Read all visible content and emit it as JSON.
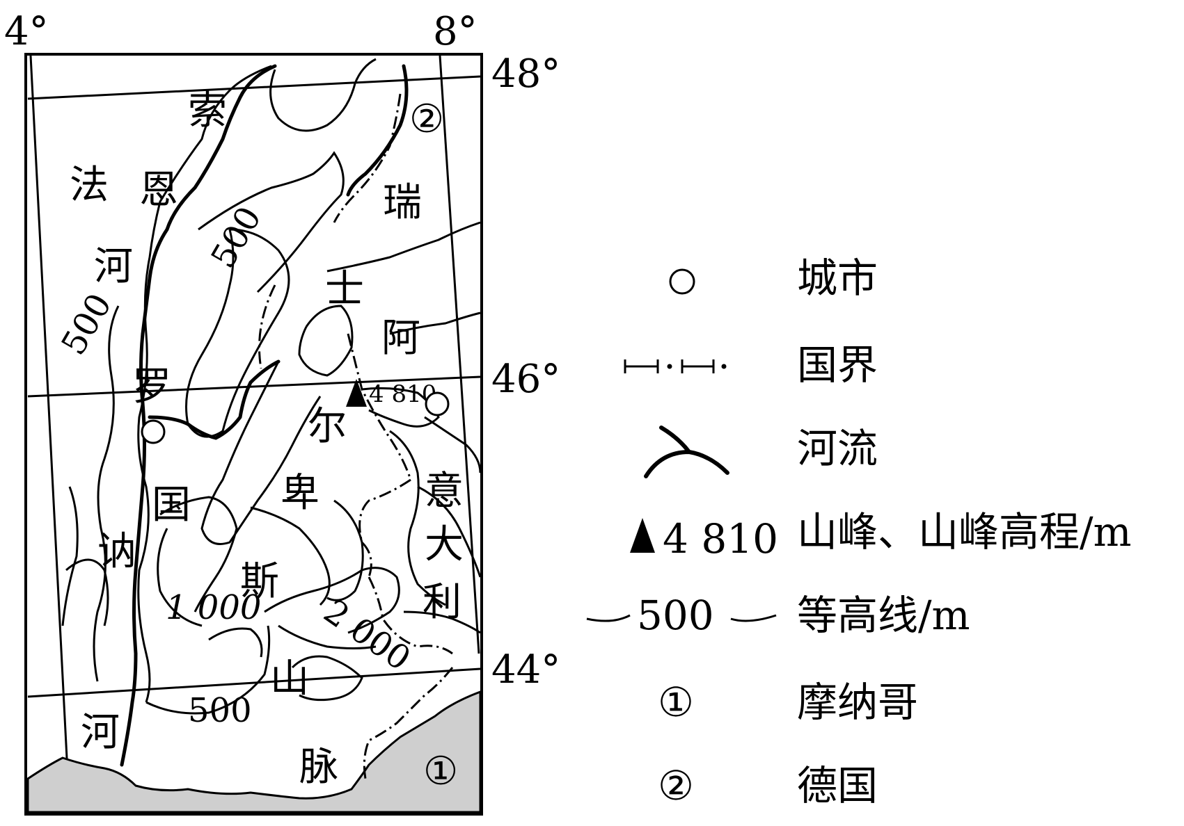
{
  "coordinates": {
    "lon_left": "4°",
    "lon_right": "8°",
    "lat_top": "48°",
    "lat_mid": "46°",
    "lat_bottom": "44°"
  },
  "map_labels": {
    "france_1": "法",
    "france_2": "国",
    "seine_1": "索",
    "seine_2": "恩",
    "seine_3": "河",
    "rhone_1": "罗",
    "rhone_2": "讷",
    "rhone_3": "河",
    "swiss_1": "瑞",
    "swiss_2": "士",
    "alps_1": "阿",
    "alps_2": "尔",
    "alps_3": "卑",
    "alps_4": "斯",
    "alps_5": "山",
    "alps_6": "脉",
    "italy_1": "意",
    "italy_2": "大",
    "italy_3": "利",
    "marker_1": "①",
    "marker_2": "②"
  },
  "contour_labels": {
    "c500_a": "500",
    "c500_b": "500",
    "c500_c": "500",
    "c1000": "1 000",
    "c2000": "2 000"
  },
  "peak": {
    "elevation": "4 810"
  },
  "legend": {
    "city": "城市",
    "border": "国界",
    "river": "河流",
    "peak_value": "4 810",
    "peak": "山峰、山峰高程/m",
    "contour_value": "500",
    "contour": "等高线/m",
    "m1_symbol": "①",
    "m1": "摩纳哥",
    "m2_symbol": "②",
    "m2": "德国"
  }
}
